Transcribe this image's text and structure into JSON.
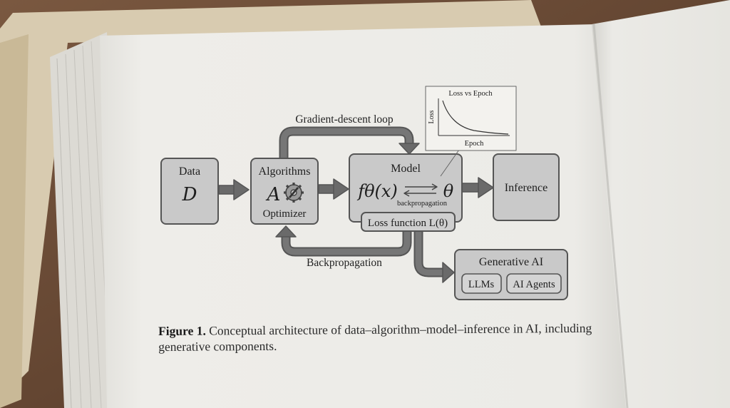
{
  "nodes": {
    "data": {
      "label": "Data",
      "symbol": "D"
    },
    "algorithms": {
      "label": "Algorithms",
      "symbol": "A",
      "sublabel": "Optimizer",
      "icon": "gear-wrench-icon"
    },
    "model": {
      "label": "Model",
      "function": "fθ(x)",
      "param": "θ",
      "arrow_label": "backpropagation"
    },
    "loss": {
      "label": "Loss function L(θ)"
    },
    "inference": {
      "label": "Inference"
    },
    "generative": {
      "label": "Generative AI",
      "children": [
        "LLMs",
        "AI Agents"
      ]
    }
  },
  "edges": {
    "top_loop": "Gradient-descent loop",
    "bottom_loop": "Backpropagation"
  },
  "inset": {
    "title": "Loss vs Epoch",
    "xlabel": "Epoch",
    "ylabel": "Loss"
  },
  "caption": {
    "label": "Figure 1.",
    "text": " Conceptual architecture of data–algorithm–model–inference in AI, including generative components."
  },
  "colors": {
    "box_fill": "#c9c9c9",
    "box_stroke": "#555555",
    "arrow": "#6a6a6a",
    "page": "#ecebe7",
    "table": "#6b4a34"
  }
}
